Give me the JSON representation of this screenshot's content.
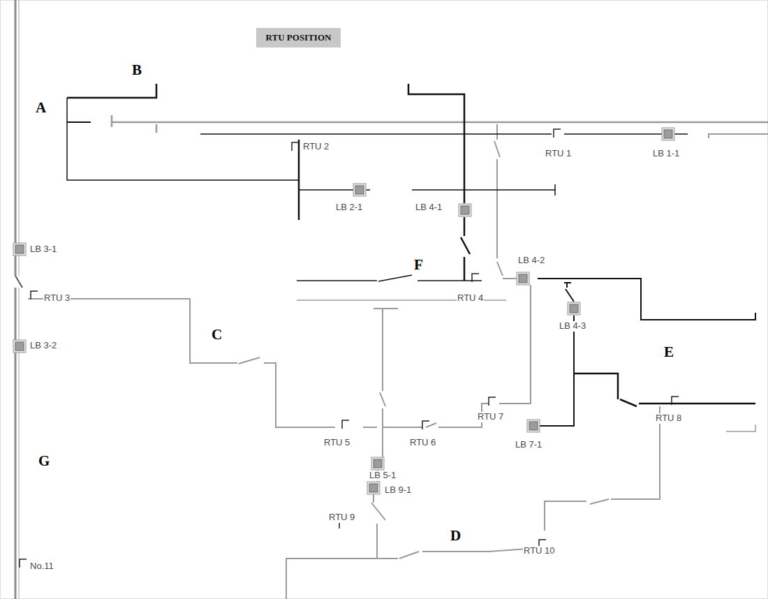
{
  "diagram": {
    "title": "RTU POSITION",
    "labels": [
      "A",
      "B",
      "RTU 2",
      "RTU 1",
      "LB 1-1",
      "LB 2-1",
      "LB 4-1",
      "F",
      "LB 3-1",
      "LB 4-2",
      "RTU 3",
      "RTU 4",
      "LB 4-3",
      "C",
      "E",
      "LB 3-2",
      "RTU 7",
      "RTU 8",
      "RTU 5",
      "RTU 6",
      "LB 7-1",
      "LB 5-1",
      "G",
      "LB 9-1",
      "RTU 9",
      "D",
      "RTU 10",
      "No.11"
    ]
  }
}
